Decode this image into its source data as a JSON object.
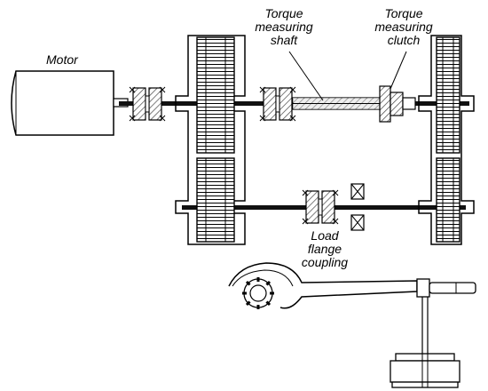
{
  "labels": {
    "motor": "Motor",
    "torque_shaft": [
      "Torque",
      "measuring",
      "shaft"
    ],
    "torque_clutch": [
      "Torque",
      "measuring",
      "clutch"
    ],
    "load_coupling": [
      "Load",
      "flange",
      "coupling"
    ]
  },
  "colors": {
    "line": "#000000",
    "hatch": "#444444",
    "fill": "#ffffff",
    "shaft_body": "#d9d9d9"
  }
}
